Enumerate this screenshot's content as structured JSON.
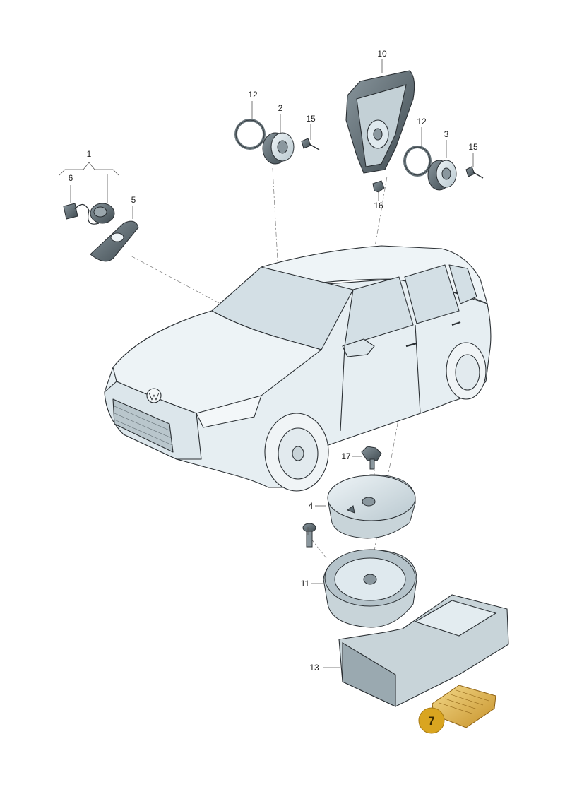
{
  "labels": {
    "p1": "1",
    "p2": "2",
    "p3": "3",
    "p4": "4",
    "p5": "5",
    "p6": "6",
    "p10": "10",
    "p11": "11",
    "p12a": "12",
    "p12b": "12",
    "p13": "13",
    "p15a": "15",
    "p15b": "15",
    "p16": "16",
    "p17": "17"
  },
  "highlight": {
    "label": "7",
    "color": "#d9a520"
  },
  "colors": {
    "part_fill": "#dfe9ee",
    "part_dark": "#5c6a72",
    "outline": "#2a2f33",
    "car_fill": "#e6eef2"
  }
}
